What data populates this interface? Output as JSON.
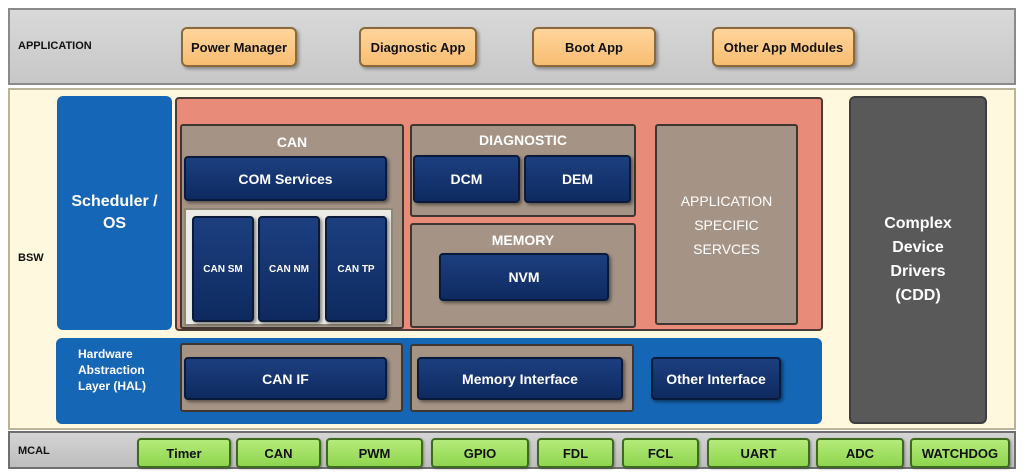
{
  "application": {
    "label": "APPLICATION",
    "modules": [
      "Power Manager",
      "Diagnostic App",
      "Boot App",
      "Other App Modules"
    ]
  },
  "bsw": {
    "label": "BSW",
    "scheduler": "Scheduler / OS",
    "can": {
      "title": "CAN",
      "com_services": "COM Services",
      "items": [
        "CAN SM",
        "CAN NM",
        "CAN TP"
      ]
    },
    "diagnostic": {
      "title": "DIAGNOSTIC",
      "items": [
        "DCM",
        "DEM"
      ]
    },
    "memory": {
      "title": "MEMORY",
      "nvm": "NVM"
    },
    "app_specific": "APPLICATION SPECIFIC SERVCES",
    "cdd": "Complex Device Drivers (CDD)",
    "hal": {
      "label": "Hardware Abstraction Layer (HAL)",
      "can_if": "CAN IF",
      "memory_interface": "Memory Interface",
      "other_interface": "Other Interface"
    }
  },
  "mcal": {
    "label": "MCAL",
    "modules": [
      "Timer",
      "CAN",
      "PWM",
      "GPIO",
      "FDL",
      "FCL",
      "UART",
      "ADC",
      "WATCHDOG"
    ]
  },
  "colors": {
    "app_module": "#f8bd72",
    "scheduler": "#1666b7",
    "services_bg": "#e88b78",
    "service_group": "#a59486",
    "module": "#0e2a60",
    "cdd": "#595959",
    "mcal_module": "#8fd54f",
    "bsw_bg": "#fdf8de"
  }
}
